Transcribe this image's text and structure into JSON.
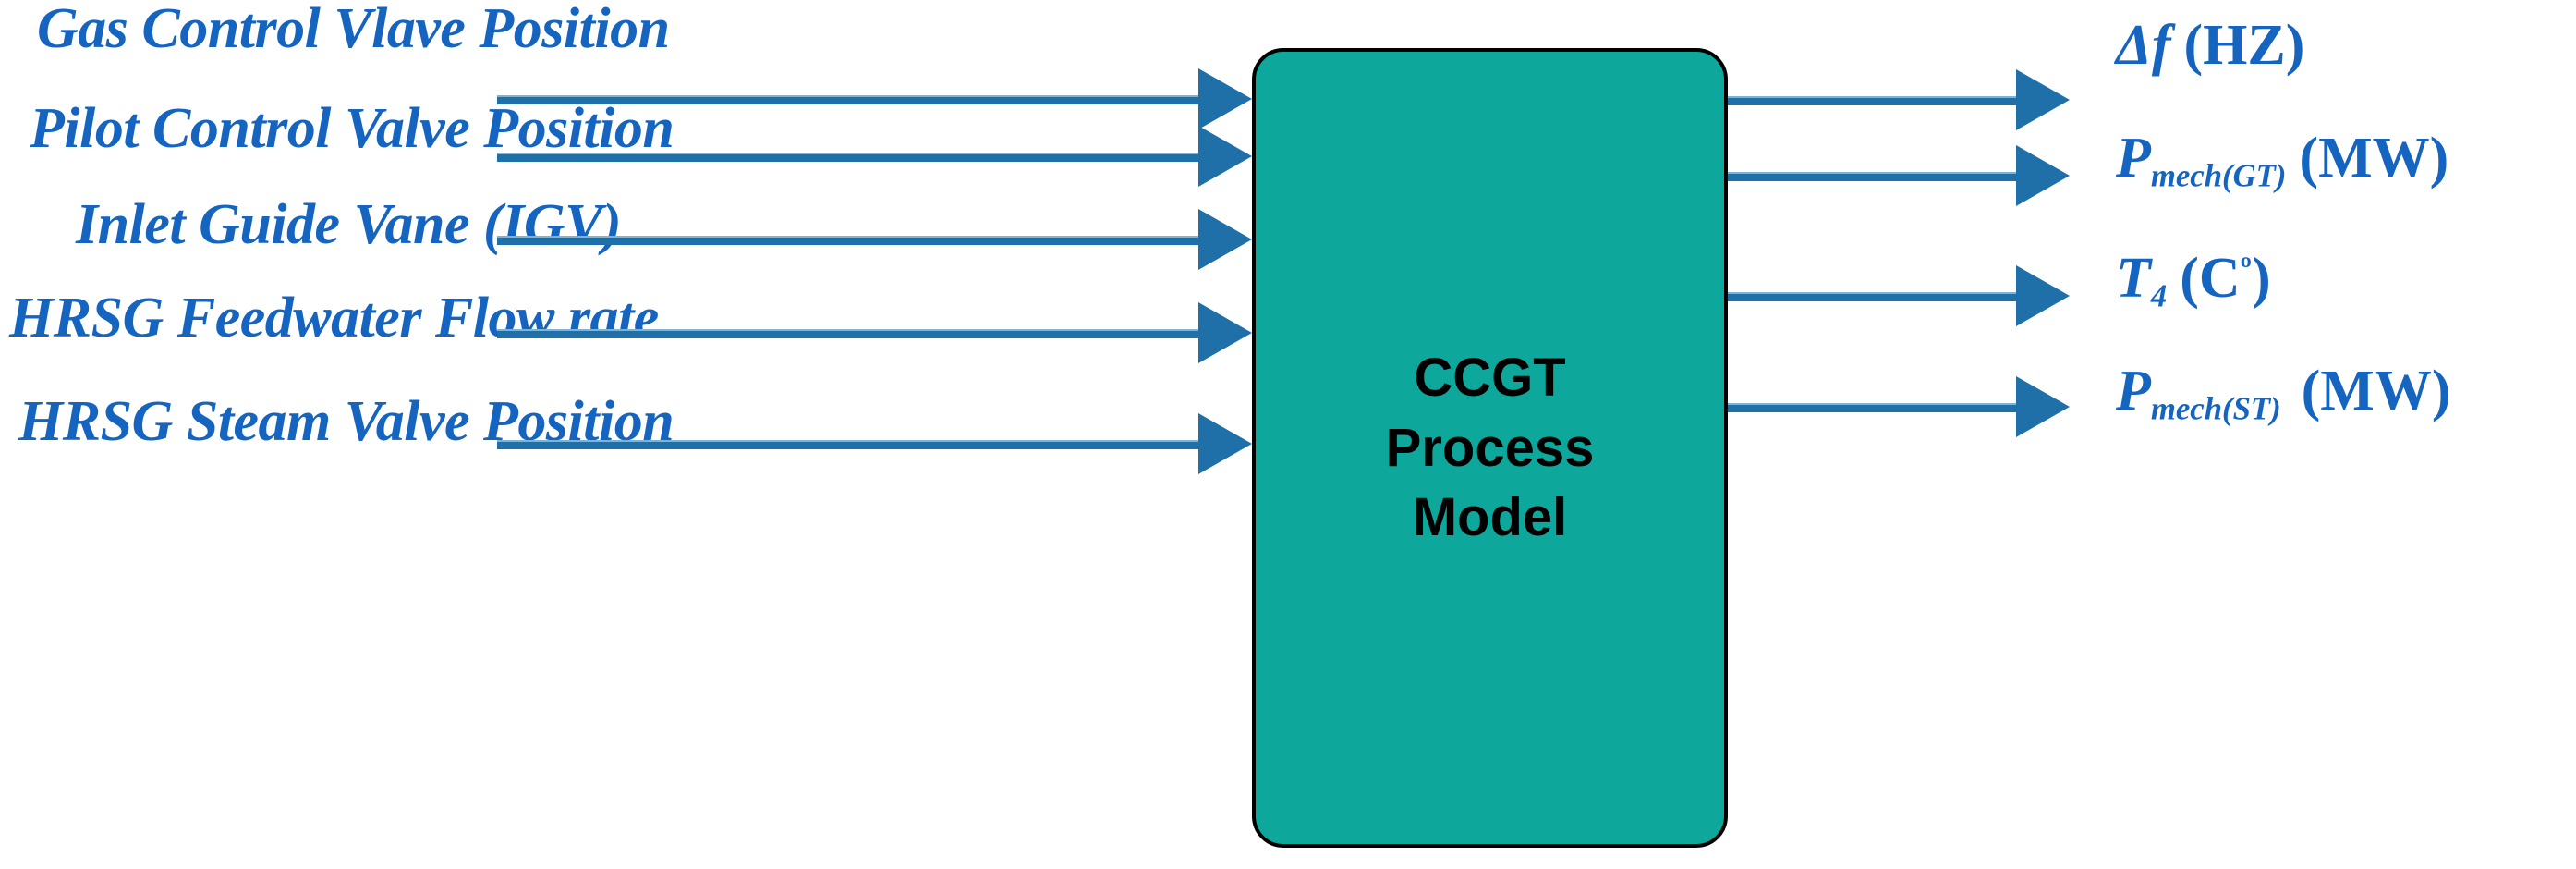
{
  "diagram": {
    "title_block": {
      "lines": [
        "CCGT",
        "Process",
        "Model"
      ],
      "fill_color": "#0DA89B",
      "border_color": "#000000",
      "text_color": "#000000"
    },
    "accent_color": "#1F6FA8",
    "label_color": "#1565C0",
    "inputs": [
      {
        "label": "Gas Control Vlave Position"
      },
      {
        "label": "Pilot Control Valve Position"
      },
      {
        "label": "Inlet Guide Vane (IGV)"
      },
      {
        "label": "HRSG Feedwater Flow rate"
      },
      {
        "label": "HRSG Steam Valve Position"
      }
    ],
    "outputs": [
      {
        "symbol": "Δf",
        "subscript": "",
        "unit": "(HZ)",
        "superscript": ""
      },
      {
        "symbol": "P",
        "subscript": "mech(GT)",
        "unit": "(MW)",
        "superscript": ""
      },
      {
        "symbol": "T",
        "subscript": "4",
        "unit": "(C",
        "superscript": "º"
      },
      {
        "symbol": "P",
        "subscript": "mech(ST)",
        "unit": "(MW)",
        "superscript": ""
      }
    ],
    "icons": {
      "input_arrow": "arrow-right-icon",
      "output_arrow": "arrow-right-icon"
    }
  }
}
